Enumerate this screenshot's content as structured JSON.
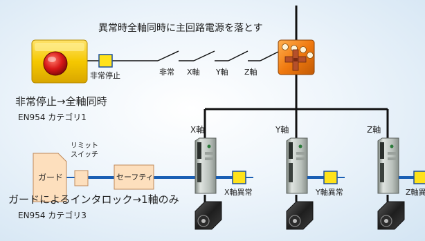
{
  "top_note": "異常時全軸同時に主回路電源を落とす",
  "estop_box_label": "非常停止",
  "switch_labels": [
    "非常",
    "X軸",
    "Y軸",
    "Z軸"
  ],
  "estop_summary": "非常停止→全軸同時",
  "estop_category": "EN954 カテゴリ1",
  "axis_labels": [
    "X軸",
    "Y軸",
    "Z軸"
  ],
  "axis_error_labels": [
    "X軸異常",
    "Y軸異常",
    "Z軸異常"
  ],
  "guard_label": "ガード",
  "limit_switch_label": "リミット\nスイッチ",
  "safety_label": "セーフティ",
  "guard_summary": "ガードによるインタロック→1軸のみ",
  "guard_category": "EN954 カテゴリ3",
  "colors": {
    "signal_yellow": "#ffe21a",
    "signal_border": "#1a4f9c",
    "estop_body": "#f5c800",
    "estop_button": "#d81818",
    "contactor_orange": "#f07a10",
    "line_blue": "#1a5fb4",
    "peach": "#fddfbd",
    "peach_border": "#c08a5a"
  },
  "icons": [
    "emergency-stop-button-icon",
    "contactor-icon",
    "servo-driver-icon",
    "servo-motor-icon"
  ]
}
